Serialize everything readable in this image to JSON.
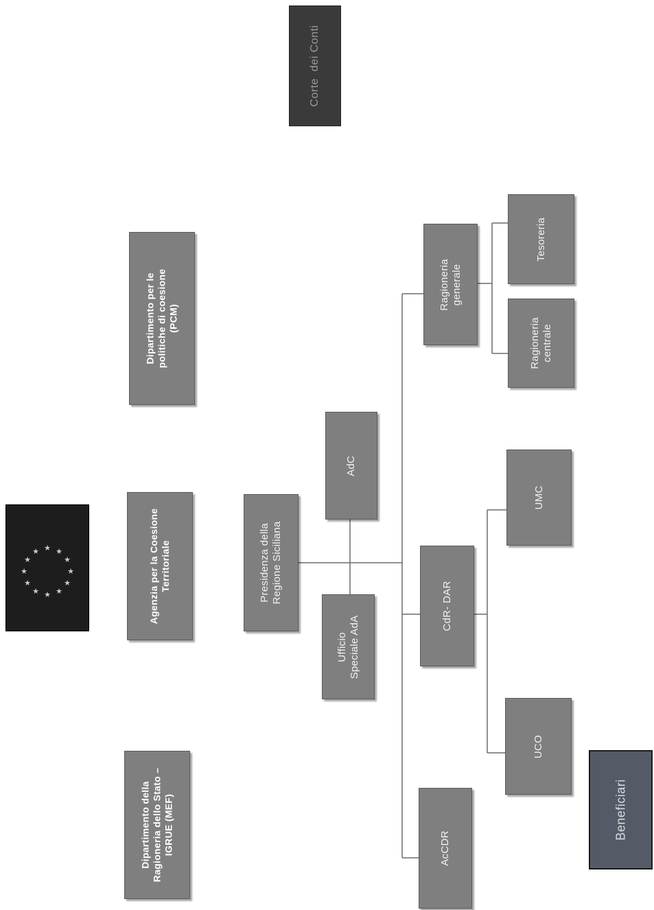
{
  "boxes": {
    "corte_dei_conti": "Corte  dei Conti",
    "dip_politiche_coesione": "Dipartimento per le\npolitiche di coesione\n(PCM)",
    "agenzia_coesione": "Agenzia per la Coesione\nTerritoriale",
    "dip_ragioneria_stato": "Dipartimento della\nRagioneria dello Stato –\nIGRUE (MEF)",
    "presidenza": "Presidenza della\nRegione Siciliana",
    "adc": "AdC",
    "ufficio_ada": "Ufficio\nSpeciale AdA",
    "ragioneria_generale": "Ragioneria\ngenerale",
    "tesoreria": "Tesoreria",
    "ragioneria_centrale": "Ragioneria\ncentrale",
    "cdr_dar": "CdR- DAR",
    "umc": "UMC",
    "uco": "UCO",
    "accdr": "AcCDR",
    "beneficiari": "Beneficiari"
  },
  "colors": {
    "box_fill": "#7f7f7f",
    "dark_fill": "#3a3a3a",
    "flag_blue": "#1d1d1d",
    "flag_stars": "#c9c9c9"
  },
  "icons": {
    "eu_flag": "eu-flag-icon"
  }
}
